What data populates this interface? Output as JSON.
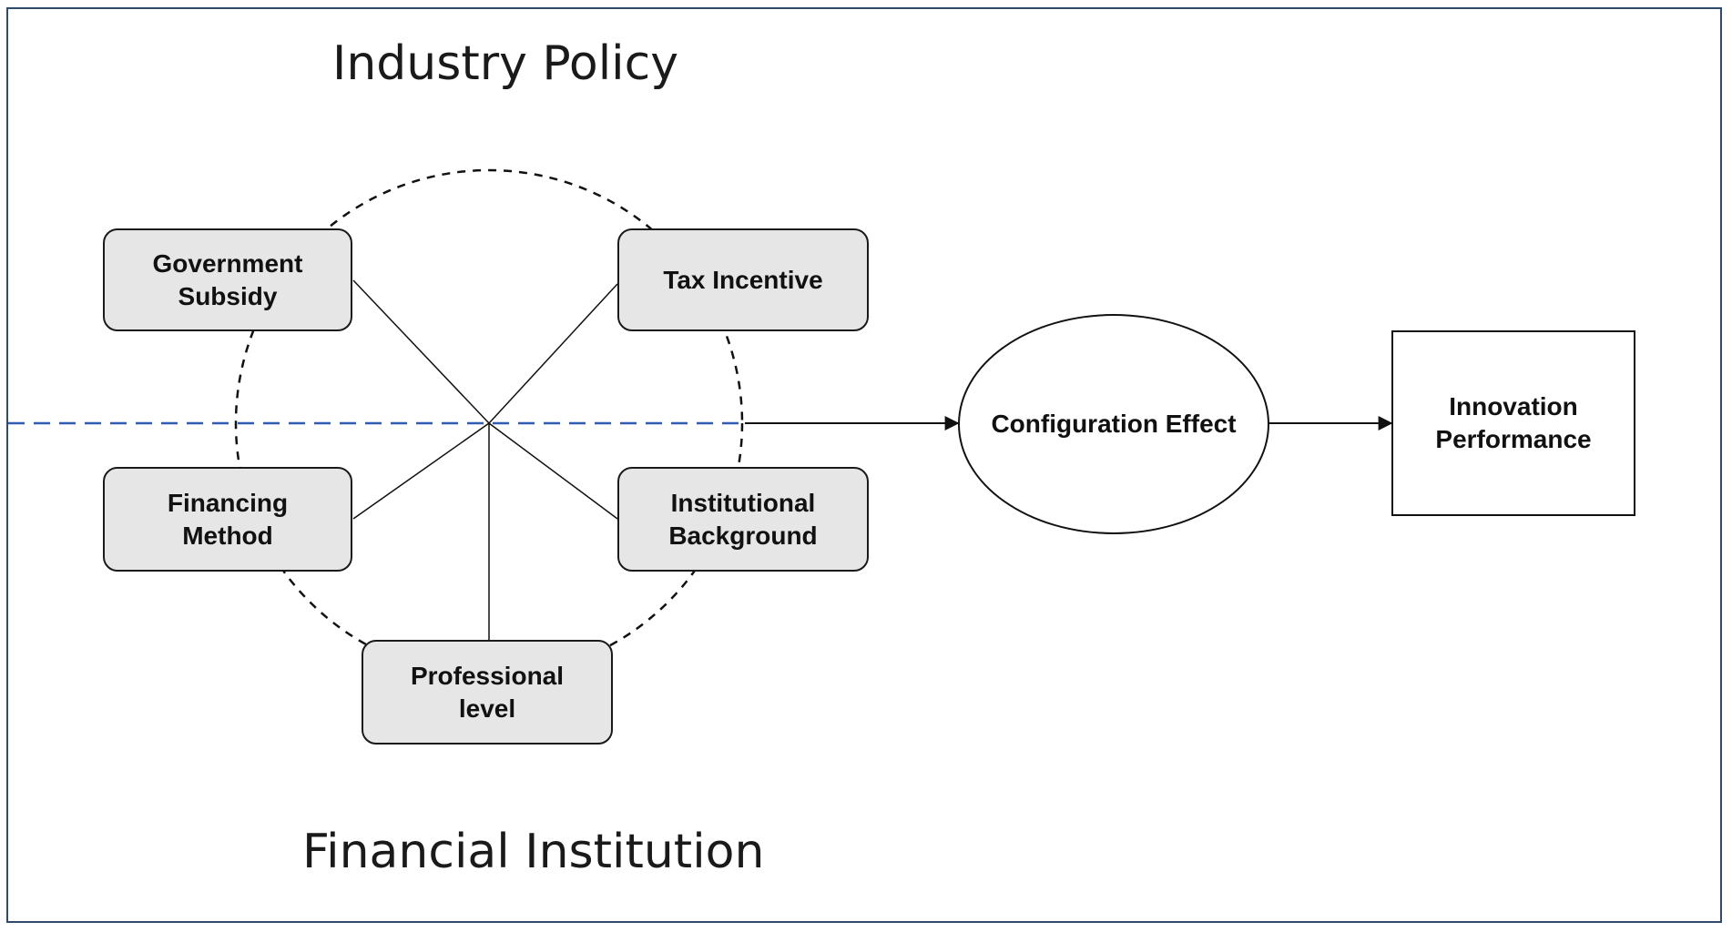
{
  "labels": {
    "top": "Industry Policy",
    "bottom": "Financial Institution"
  },
  "nodes": {
    "government_subsidy": [
      "Government",
      "Subsidy"
    ],
    "tax_incentive": [
      "Tax Incentive"
    ],
    "financing_method": [
      "Financing",
      "Method"
    ],
    "institutional_background": [
      "Institutional",
      "Background"
    ],
    "professional_level": [
      "Professional",
      "level"
    ],
    "configuration_effect": [
      "Configuration",
      "Effect"
    ],
    "innovation_performance": [
      "Innovation",
      "Performance"
    ]
  },
  "colors": {
    "node_fill": "#e6e6e6",
    "divider": "#2f5db3",
    "frame": "#2f4a6b",
    "stroke": "#111111"
  }
}
